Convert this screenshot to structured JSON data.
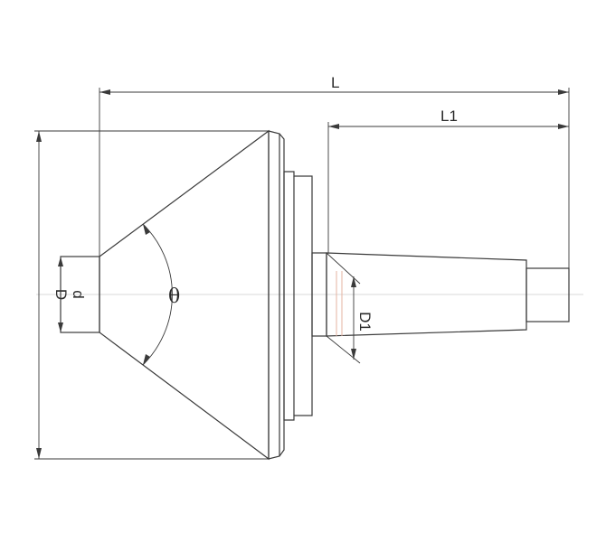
{
  "labels": {
    "L": "L",
    "L1": "L1",
    "D": "D",
    "d": "d",
    "D1": "D1",
    "theta": "θ"
  }
}
